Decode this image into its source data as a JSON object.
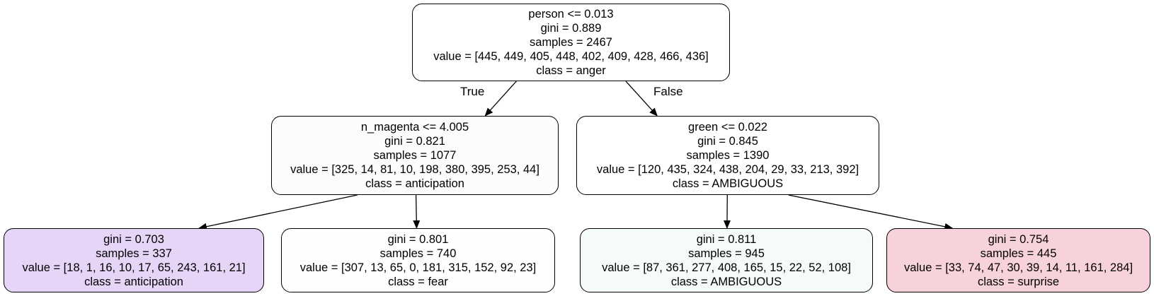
{
  "tree": {
    "nodes": [
      {
        "id": "n0",
        "fill": "#ffffff",
        "lines": [
          "person <= 0.013",
          "gini = 0.889",
          "samples = 2467",
          "value = [445, 449, 405, 448, 402, 409, 428, 466, 436]",
          "class = anger"
        ]
      },
      {
        "id": "n1",
        "fill": "#fcfcff",
        "lines": [
          "n_magenta <= 4.005",
          "gini = 0.821",
          "samples = 1077",
          "value = [325, 14, 81, 10, 198, 380, 395, 253, 44]",
          "class = anticipation"
        ]
      },
      {
        "id": "n2",
        "fill": "#ffffff",
        "lines": [
          "green <= 0.022",
          "gini = 0.845",
          "samples = 1390",
          "value = [120, 435, 324, 438, 204, 29, 33, 213, 392]",
          "class = AMBIGUOUS"
        ]
      },
      {
        "id": "n3",
        "fill": "#e6d5f7",
        "lines": [
          "gini = 0.703",
          "samples = 337",
          "value = [18, 1, 16, 10, 17, 65, 243, 161, 21]",
          "class = anticipation"
        ]
      },
      {
        "id": "n4",
        "fill": "#fefefe",
        "lines": [
          "gini = 0.801",
          "samples = 740",
          "value = [307, 13, 65, 0, 181, 315, 152, 92, 23]",
          "class = fear"
        ]
      },
      {
        "id": "n5",
        "fill": "#f5fbf6",
        "lines": [
          "gini = 0.811",
          "samples = 945",
          "value = [87, 361, 277, 408, 165, 15, 22, 52, 108]",
          "class = AMBIGUOUS"
        ]
      },
      {
        "id": "n6",
        "fill": "#f8d2da",
        "lines": [
          "gini = 0.754",
          "samples = 445",
          "value = [33, 74, 47, 30, 39, 14, 11, 161, 284]",
          "class = surprise"
        ]
      }
    ],
    "edges": [
      {
        "from": "n0",
        "to": "n1"
      },
      {
        "from": "n0",
        "to": "n2"
      },
      {
        "from": "n1",
        "to": "n3"
      },
      {
        "from": "n1",
        "to": "n4"
      },
      {
        "from": "n2",
        "to": "n5"
      },
      {
        "from": "n2",
        "to": "n6"
      }
    ],
    "edge_labels": {
      "true_label": "True",
      "false_label": "False"
    }
  }
}
